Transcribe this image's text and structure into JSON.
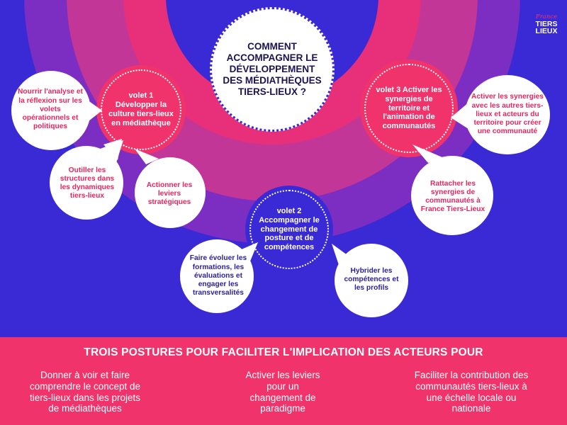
{
  "logo": {
    "script": "France",
    "line1": "TIERS",
    "line2": "LIEUX"
  },
  "center_question": "COMMENT ACCOMPAGNER LE DÉVELOPPEMENT DES MÉDIATHÈQUES TIERS-LIEUX ?",
  "volets": {
    "v1": "volet 1 Développer la culture tiers-lieux en médiathèque",
    "v2": "volet 2 Accompagner le changement de posture et de compétences",
    "v3": "volet 3 Activer les synergies de territoire et l'animation de communautés"
  },
  "bubbles": {
    "nourrir": "Nourrir l'analyse et la réflexion sur les volets opérationnels et politiques",
    "outiller": "Outiller les structures dans les dynamiques tiers-lieux",
    "actionner": "Actionner les leviers stratégiques",
    "faire_evoluer": "Faire évoluer les formations, les évaluations et engager les transversalités",
    "hybrider": "Hybrider les compétences et les profils",
    "activer_synergies": "Activer les synergies avec les autres tiers-lieux et acteurs du territoire pour créer une communauté",
    "rattacher": "Rattacher les synergies de communautés à France Tiers-Lieux"
  },
  "footer": {
    "title": "TROIS POSTURES POUR FACILITER L'IMPLICATION DES ACTEURS POUR",
    "col1": "Donner à voir et faire comprendre le concept de tiers-lieux dans les projets de médiathèques",
    "col2": "Activer les leviers pour un changement de paradigme",
    "col3": "Faciliter la contribution des communautés tiers-lieux à une échelle locale ou nationale"
  },
  "colors": {
    "background": "#3a2ad6",
    "outer_ring": "#7a2cc0",
    "middle_ring": "#c63496",
    "inner_ring": "#e8307a",
    "pink": "#f0346b",
    "navy": "#2a1f9c"
  }
}
